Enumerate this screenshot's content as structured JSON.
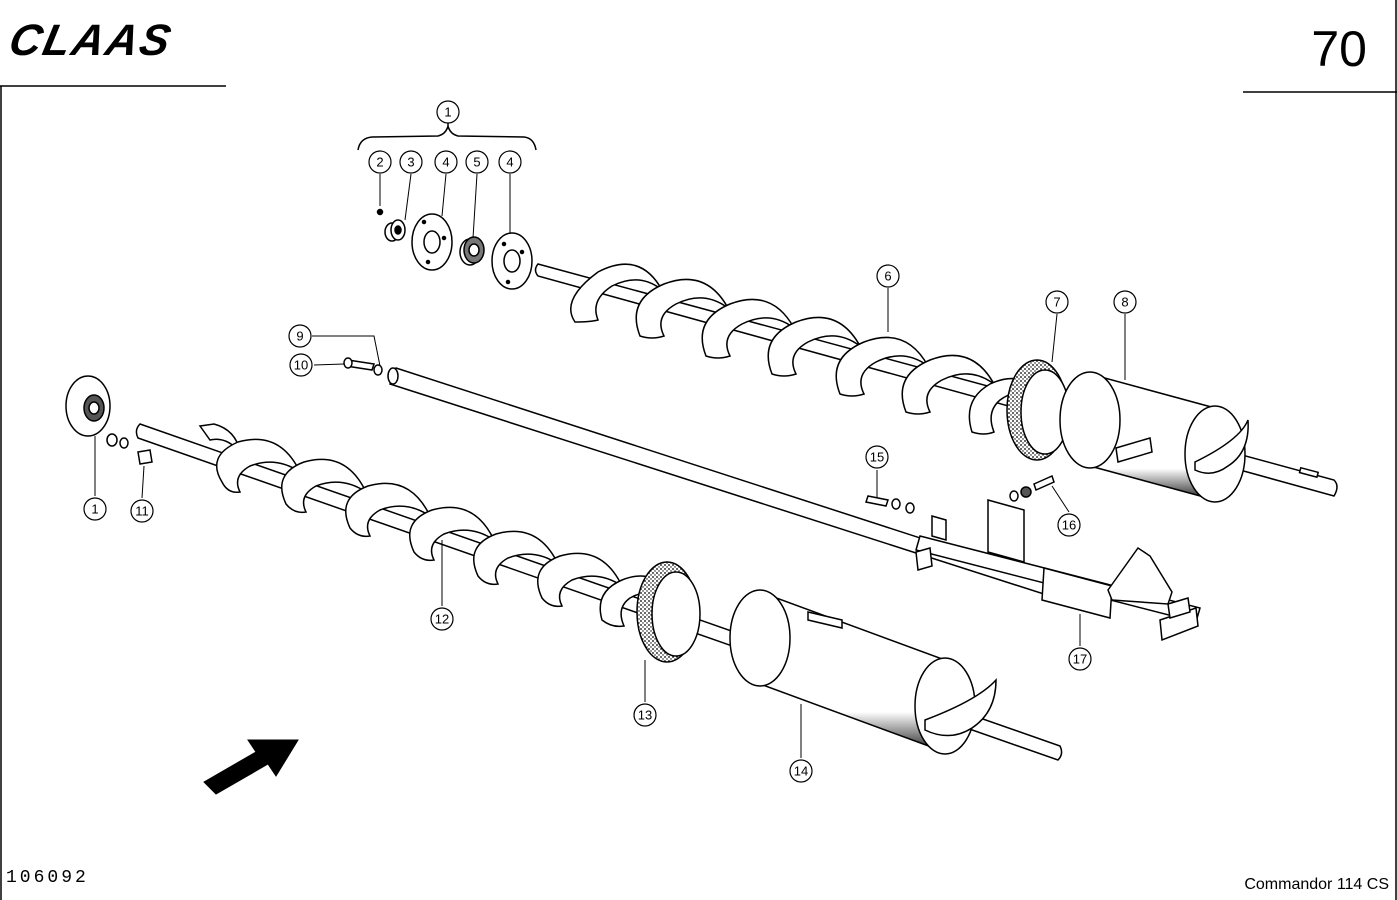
{
  "header": {
    "brand": "CLAAS",
    "page_number": "70"
  },
  "footer": {
    "drawing_number": "106092",
    "model": "Commandor 114 CS"
  },
  "callouts": {
    "c1_top": "1",
    "c2": "2",
    "c3": "3",
    "c4a": "4",
    "c5": "5",
    "c4b": "4",
    "c6": "6",
    "c7": "7",
    "c8": "8",
    "c9": "9",
    "c10": "10",
    "c1_left": "1",
    "c11": "11",
    "c12": "12",
    "c13": "13",
    "c14": "14",
    "c15": "15",
    "c16": "16",
    "c17": "17"
  },
  "colors": {
    "ink": "#000000",
    "paper": "#ffffff",
    "shade": "#555555"
  }
}
